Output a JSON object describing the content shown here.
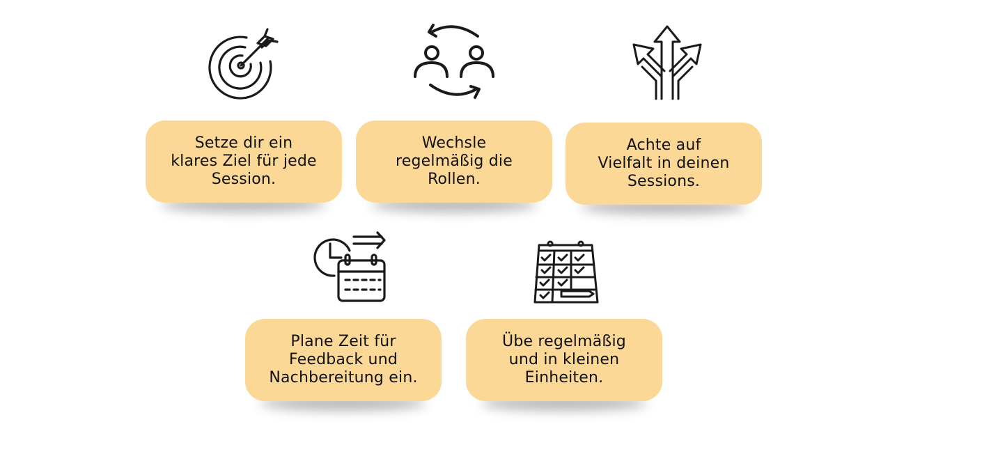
{
  "colors": {
    "card_background": "#fbd896",
    "text": "#111111",
    "icon_stroke": "#1a1a1a"
  },
  "tips": [
    {
      "icon": "target-arrow-icon",
      "text": "Setze dir ein\nklares Ziel für jede\nSession."
    },
    {
      "icon": "people-swap-icon",
      "text": "Wechsle\nregelmäßig die\nRollen."
    },
    {
      "icon": "diverging-arrows-icon",
      "text": "Achte auf\nVielfalt in deinen\nSessions."
    },
    {
      "icon": "clock-calendar-icon",
      "text": "Plane Zeit für\nFeedback und\nNachbereitung ein."
    },
    {
      "icon": "checklist-calendar-icon",
      "text": "Übe regelmäßig\nund in kleinen\nEinheiten."
    }
  ]
}
